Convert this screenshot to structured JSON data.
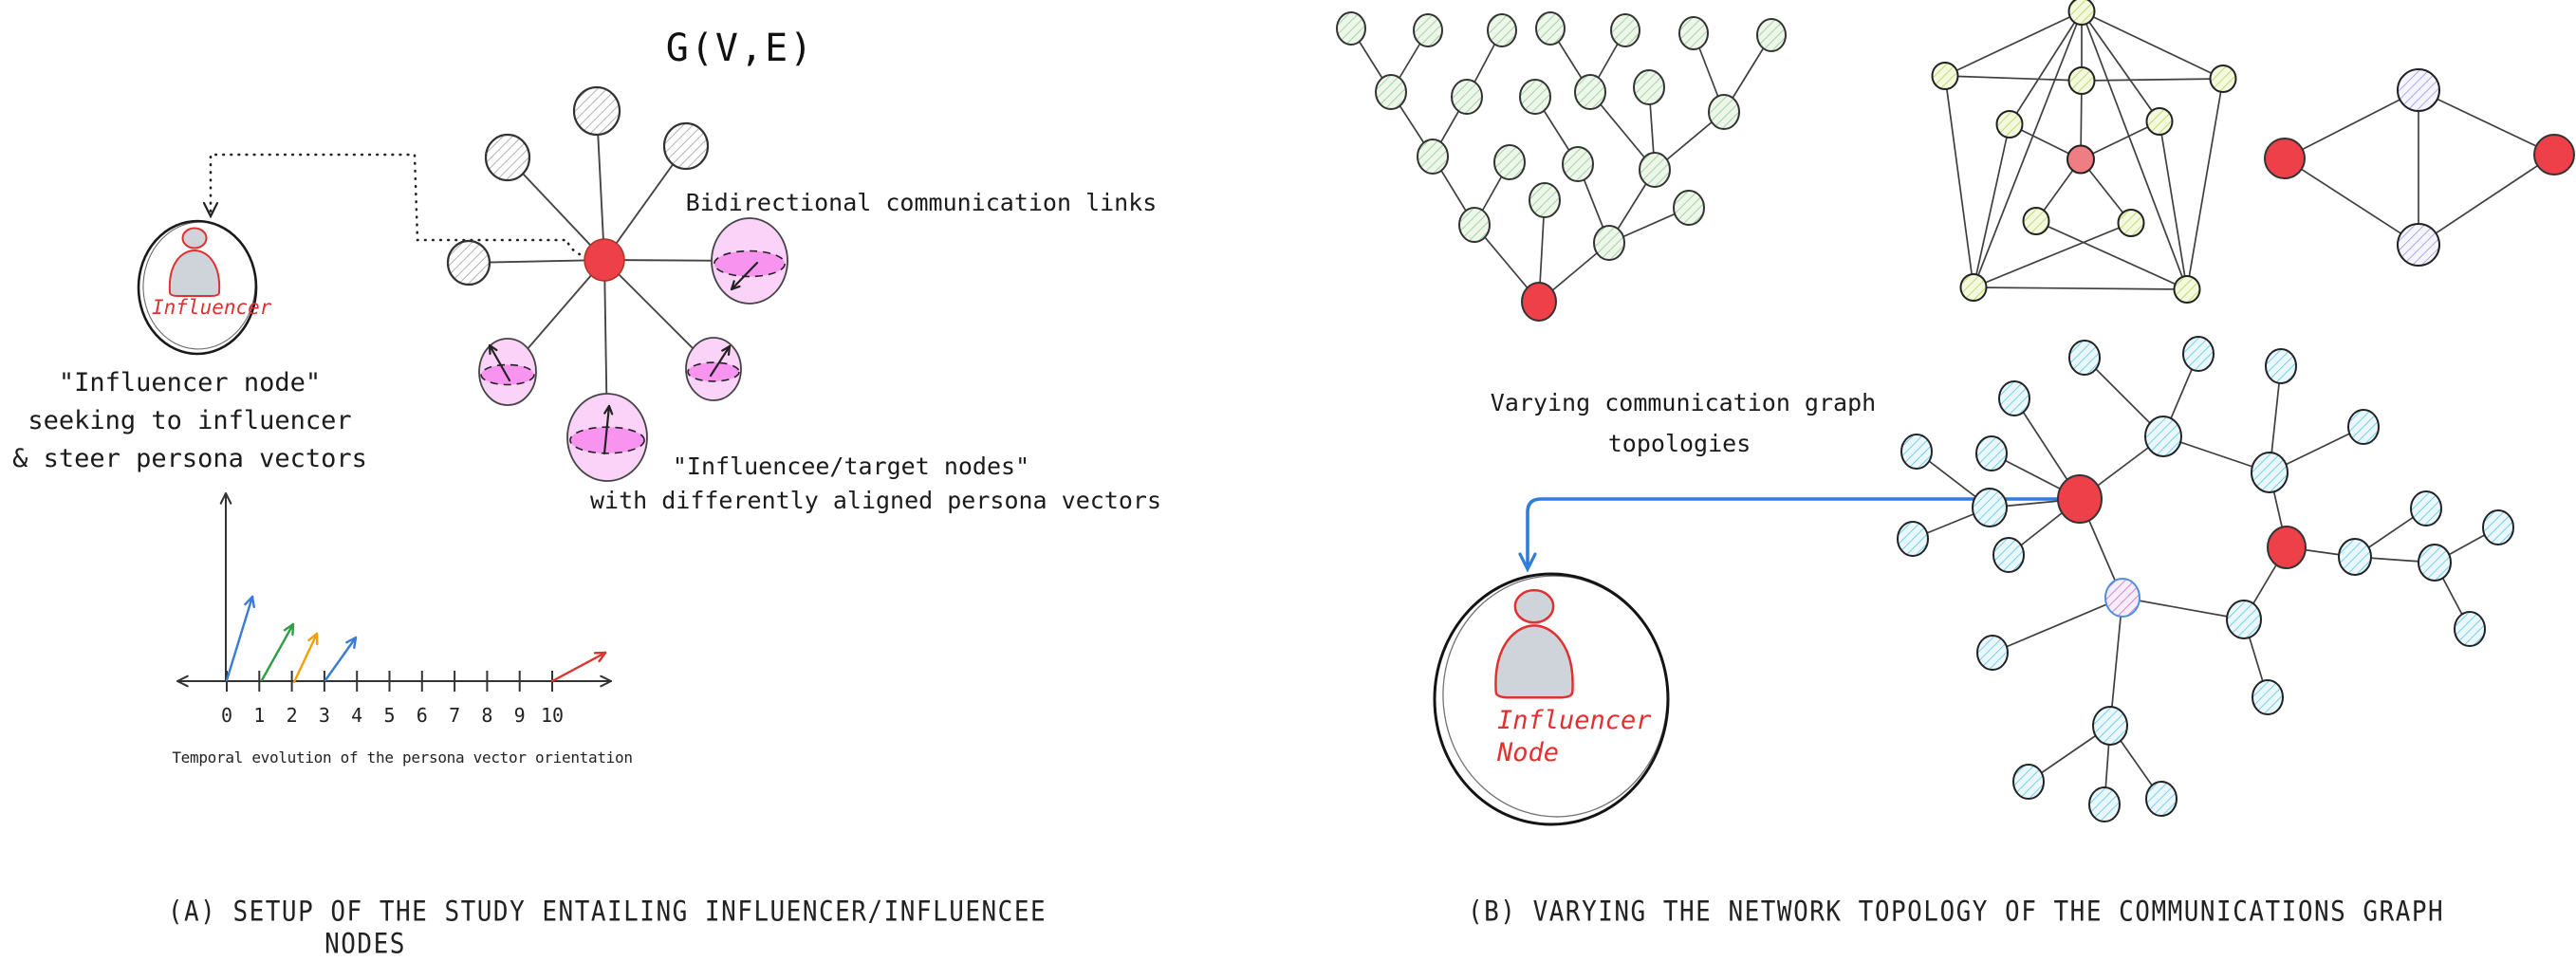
{
  "panel_a": {
    "title": "G(V,E)",
    "influencer_circle_label": "Influencer",
    "influencer_text": [
      "\"Influencer node\"",
      "seeking to influencer",
      "& steer persona vectors"
    ],
    "bidirectional_label": "Bidirectional communication links",
    "influencee_text": [
      "\"Influencee/target nodes\"",
      "with differently aligned persona vectors"
    ],
    "axis": {
      "ticks": [
        "0",
        "1",
        "2",
        "3",
        "4",
        "5",
        "6",
        "7",
        "8",
        "9",
        "10"
      ],
      "caption": "Temporal evolution of the persona vector orientation"
    },
    "caption": [
      "(A) SETUP OF THE STUDY ENTAILING INFLUENCER/INFLUENCEE",
      "NODES"
    ]
  },
  "panel_b": {
    "topologies_label": [
      "Varying communication graph",
      "topologies"
    ],
    "influencer_node_label": [
      "Influencer",
      "Node"
    ],
    "caption": "(B) VARYING THE NETWORK TOPOLOGY OF THE COMMUNICATIONS GRAPH"
  },
  "colors": {
    "red_node": "#ee4048",
    "salmon_node": "#ef7d84",
    "pink_sphere": "#fbd2f8",
    "magenta_equator": "#f888ee",
    "green_hatch": "#93cf9b",
    "lime_hatch": "#b6d957",
    "cyan_hatch": "#62c9e9",
    "purple_hatch": "#9d99e8",
    "magenta_hatch": "#c873d2",
    "gray_hatch": "#b3b3b3",
    "blue_arrow": "#2f7fd8",
    "vector_blue": "#3a7bd5",
    "vector_green": "#2f9e44",
    "vector_orange": "#f59f00",
    "vector_red": "#e03131",
    "person_fill": "#ced4da",
    "person_stroke": "#e03131"
  }
}
